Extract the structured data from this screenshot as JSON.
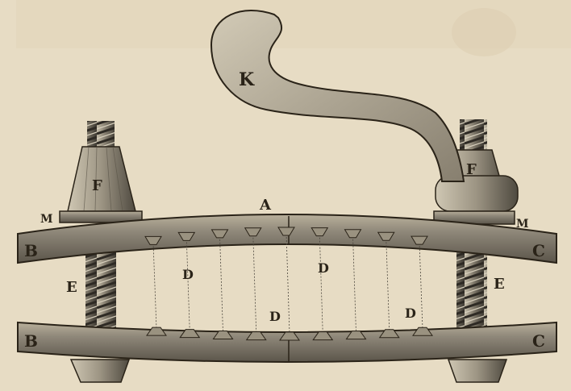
{
  "figure": {
    "labels": {
      "A": "A",
      "B_top": "B",
      "B_bottom": "B",
      "C_top": "C",
      "C_bottom": "C",
      "D_1": "D",
      "D_2": "D",
      "D_3": "D",
      "D_4": "D",
      "E_left": "E",
      "E_right": "E",
      "F_left": "F",
      "F_right": "F",
      "K": "K",
      "M_left": "M",
      "M_right": "M"
    },
    "colors": {
      "paper": "#e7dcc4",
      "ink": "#2a2318",
      "metal": "#8f887a",
      "metal_dark": "#4a453c",
      "metal_light": "#c9c1ae"
    }
  }
}
